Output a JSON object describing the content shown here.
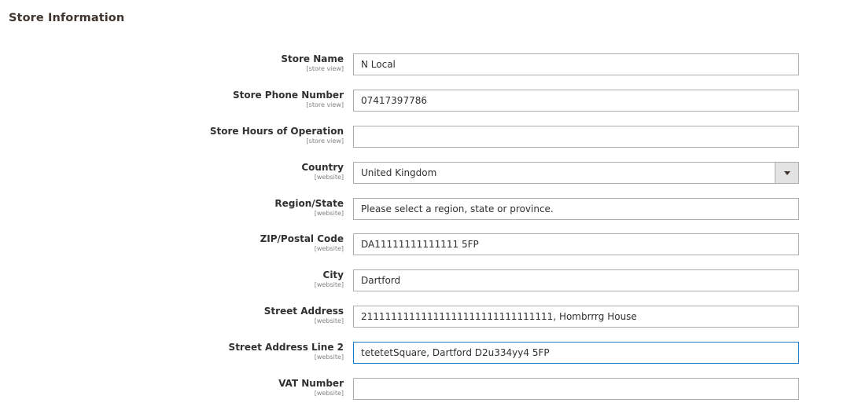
{
  "section": {
    "title": "Store Information"
  },
  "fields": [
    {
      "label": "Store Name",
      "scope": "[store view]",
      "value": "N Local"
    },
    {
      "label": "Store Phone Number",
      "scope": "[store view]",
      "value": "07417397786"
    },
    {
      "label": "Store Hours of Operation",
      "scope": "[store view]",
      "value": ""
    },
    {
      "label": "Country",
      "scope": "[website]",
      "value": "United Kingdom"
    },
    {
      "label": "Region/State",
      "scope": "[website]",
      "value": "Please select a region, state or province."
    },
    {
      "label": "ZIP/Postal Code",
      "scope": "[website]",
      "value": "DA11111111111111 5FP"
    },
    {
      "label": "City",
      "scope": "[website]",
      "value": "Dartford"
    },
    {
      "label": "Street Address",
      "scope": "[website]",
      "value": "21111111111111111111111111111111, Hombrrrg House"
    },
    {
      "label": "Street Address Line 2",
      "scope": "[website]",
      "value": "tetetetSquare, Dartford D2u334yy4 5FP"
    },
    {
      "label": "VAT Number",
      "scope": "[website]",
      "value": ""
    }
  ],
  "colors": {
    "focus_border": "#1979c3",
    "input_border": "#adadad",
    "title": "#41362f"
  }
}
